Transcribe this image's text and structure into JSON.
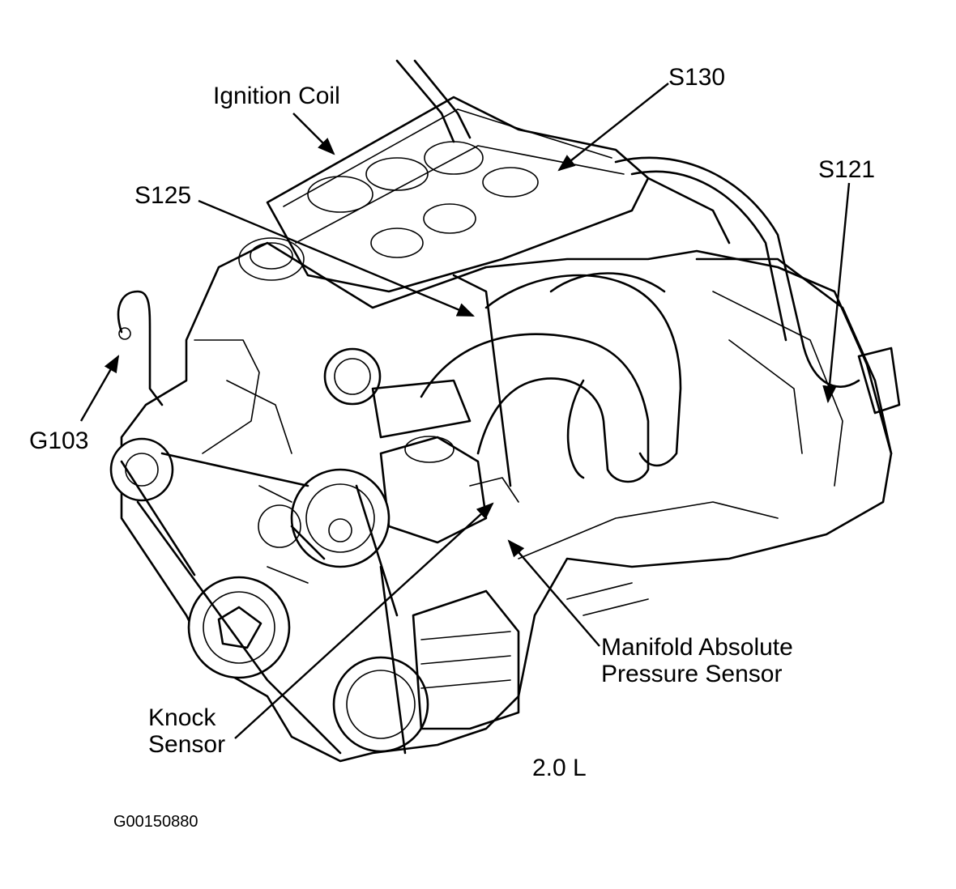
{
  "labels": {
    "ignition_coil": "Ignition Coil",
    "s130": "S130",
    "s121": "S121",
    "s125": "S125",
    "g103": "G103",
    "map_sensor_line1": "Manifold Absolute",
    "map_sensor_line2": "Pressure Sensor",
    "knock_line1": "Knock",
    "knock_line2": "Sensor",
    "engine": "2.0 L"
  },
  "figure_code": "G00150880",
  "colors": {
    "line": "#000000",
    "background": "#ffffff"
  }
}
